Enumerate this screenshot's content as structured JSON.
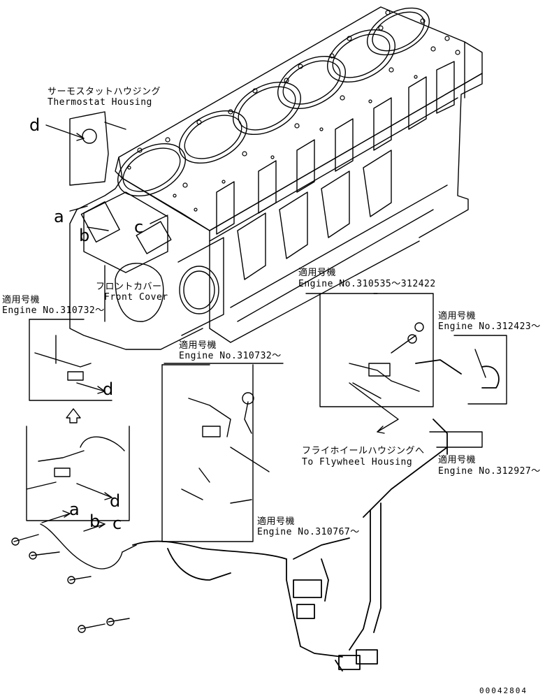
{
  "labels": {
    "thermostat_jp": "サーモスタットハウジング",
    "thermostat_en": "Thermostat Housing",
    "front_cover_jp": "フロントカバー",
    "front_cover_en": "Front Cover",
    "flywheel_jp": "フライホイールハウジングへ",
    "flywheel_en": "To Flywheel Housing"
  },
  "applicability": {
    "jp": "適用号機",
    "left_box": "Engine No.310732～",
    "center_box": "Engine No.310732～",
    "engine_310535": "Engine No.310535～312422",
    "engine_312423": "Engine No.312423～",
    "engine_312927": "Engine No.312927～",
    "engine_310767": "Engine No.310767～"
  },
  "callouts": {
    "a": "a",
    "b": "b",
    "c": "c",
    "d": "d"
  },
  "drawing_number": "00042804"
}
